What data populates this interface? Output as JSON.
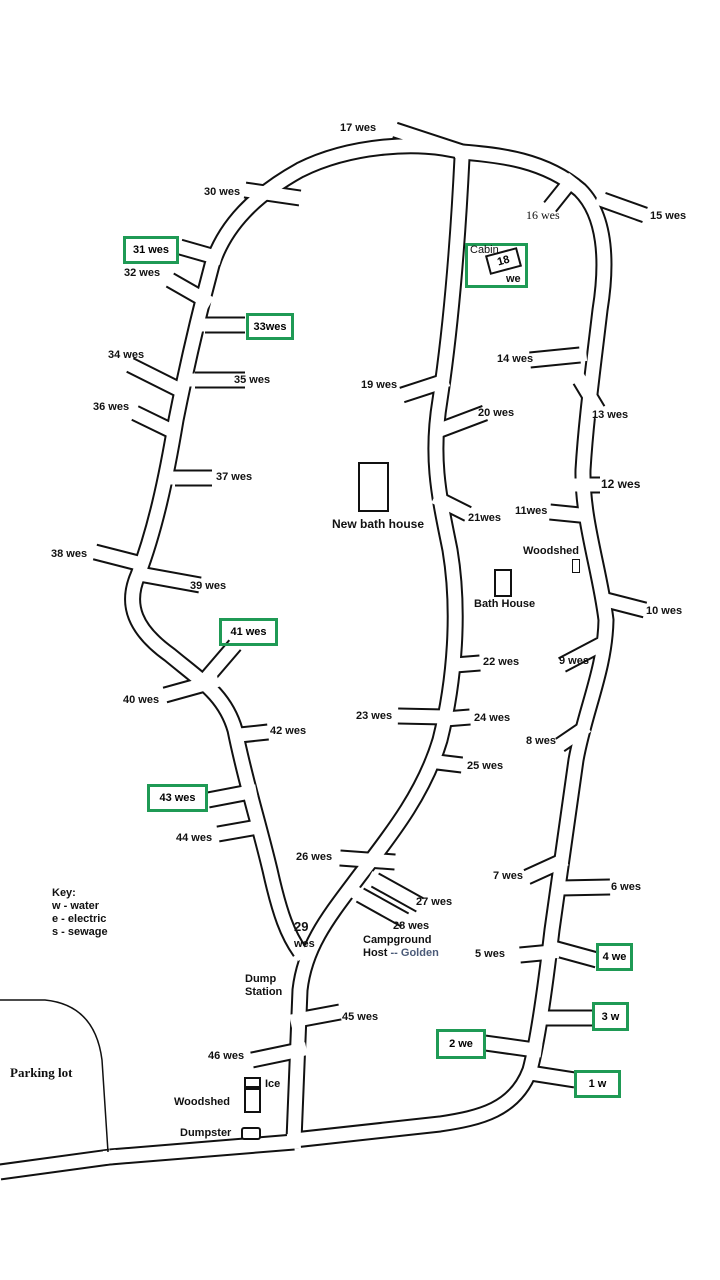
{
  "sites": {
    "s1": "1  w",
    "s2": "2 we",
    "s3": "3 w",
    "s4": "4 we",
    "s5": "5 wes",
    "s6": "6 wes",
    "s7": "7 wes",
    "s8": "8 wes",
    "s9": "9 wes",
    "s10": "10 wes",
    "s11": "11wes",
    "s12": "12 wes",
    "s13": "13 wes",
    "s14": "14 wes",
    "s15": "15 wes",
    "s16": "16 wes",
    "s17": "17 wes",
    "s18": "18",
    "s18_sub": "we",
    "s19": "19 wes",
    "s20": "20 wes",
    "s21": "21wes",
    "s22": "22 wes",
    "s23": "23 wes",
    "s24": "24 wes",
    "s25": "25 wes",
    "s26": "26 wes",
    "s27": "27 wes",
    "s28": "28 wes",
    "s29a": "29",
    "s29b": "wes",
    "s30": "30 wes",
    "s31": "31 wes",
    "s32": "32 wes",
    "s33": "33wes",
    "s34": "34 wes",
    "s35": "35 wes",
    "s36": "36 wes",
    "s37": "37 wes",
    "s38": "38 wes",
    "s39": "39 wes",
    "s40": "40 wes",
    "s41": "41 wes",
    "s42": "42 wes",
    "s43": "43 wes",
    "s44": "44 wes",
    "s45": "45 wes",
    "s46": "46 wes"
  },
  "highlighted_sites": [
    "1",
    "2",
    "3",
    "4",
    "18",
    "31",
    "33",
    "41",
    "43"
  ],
  "facilities": {
    "cabin": "Cabin",
    "new_bath_house": "New bath house",
    "bath_house": "Bath House",
    "woodshed_east": "Woodshed",
    "woodshed_south": "Woodshed",
    "ice": "Ice",
    "dumpster": "Dumpster",
    "dump_station_1": "Dump",
    "dump_station_2": "Station",
    "host_1": "Campground",
    "host_2": "Host",
    "host_sep": "--",
    "host_name": "Golden",
    "parking_lot": "Parking lot"
  },
  "key": {
    "title": "Key:",
    "items": [
      "w - water",
      "e - electric",
      "s - sewage"
    ]
  },
  "colors": {
    "highlight": "#1f9a55",
    "host_name": "#4a5a78"
  }
}
